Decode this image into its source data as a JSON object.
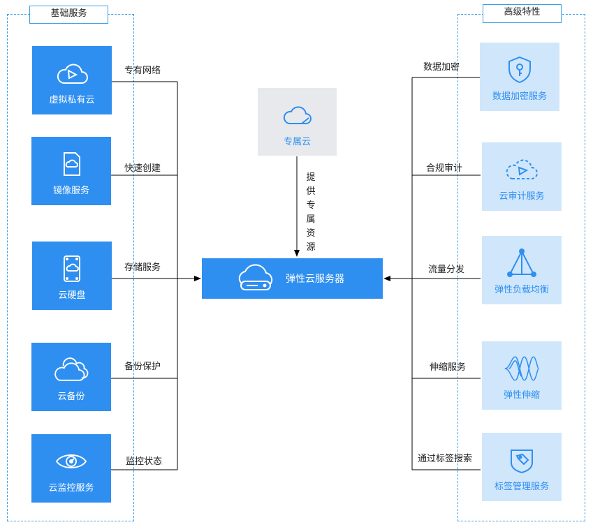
{
  "groups": {
    "basic": {
      "title": "基础服务"
    },
    "advanced": {
      "title": "高级特性"
    }
  },
  "center": {
    "dedicated_cloud": {
      "label": "专属云",
      "icon": "cloud-share-icon"
    },
    "provide_label": "提供专属资源",
    "main": {
      "label": "弹性云服务器",
      "icon": "cloud-server-icon"
    }
  },
  "left_services": [
    {
      "label": "虚拟私有云",
      "icon": "cloud-vpc-icon",
      "connector": "专有网络"
    },
    {
      "label": "镜像服务",
      "icon": "image-file-icon",
      "connector": "快速创建"
    },
    {
      "label": "云硬盘",
      "icon": "disk-icon",
      "connector": "存储服务"
    },
    {
      "label": "云备份",
      "icon": "cloud-backup-icon",
      "connector": "备份保护"
    },
    {
      "label": "云监控服务",
      "icon": "eye-monitor-icon",
      "connector": "监控状态"
    }
  ],
  "right_services": [
    {
      "label": "数据加密服务",
      "icon": "shield-key-icon",
      "connector": "数据加密"
    },
    {
      "label": "云审计服务",
      "icon": "cloud-audit-icon",
      "connector": "合规审计"
    },
    {
      "label": "弹性负载均衡",
      "icon": "load-balance-icon",
      "connector": "流量分发"
    },
    {
      "label": "弹性伸缩",
      "icon": "wave-scaling-icon",
      "connector": "伸缩服务"
    },
    {
      "label": "标签管理服务",
      "icon": "tag-icon",
      "connector": "通过标签搜索"
    }
  ],
  "colors": {
    "accent": "#2f8ff0",
    "light_panel": "#d0e6fb",
    "gray_panel": "#e7e9ec",
    "dashed_border": "#3a9ee6"
  }
}
